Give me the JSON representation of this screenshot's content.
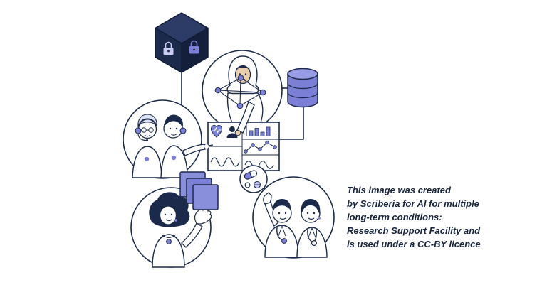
{
  "colors": {
    "navy": "#1b2a4a",
    "purple": "#7b80d6",
    "lavender": "#c9cbf2",
    "white": "#ffffff"
  },
  "illustration": {
    "icons": [
      "secure-data-cube-icon",
      "padlock-icon",
      "database-icon",
      "support-team-circle",
      "headset-icon",
      "glasses-icon",
      "researcher-network-circle",
      "network-wireframe",
      "health-dashboard-panel",
      "heart-icon",
      "patient-icon",
      "bar-chart-icon",
      "line-chart-icon",
      "wave-chart-icon",
      "medication-circle",
      "capsule-icon",
      "pill-icon",
      "data-stack-squares",
      "waving-person-circle",
      "clinicians-circle",
      "stethoscope-icon"
    ]
  },
  "attribution": {
    "line1": "This image was created",
    "line2_prefix": "by ",
    "link_text": "Scriberia",
    "line2_suffix": " for AI for multiple",
    "line3": "long-term conditions:",
    "line4": "Research Support Facility and",
    "line5": "is used under a CC-BY licence"
  }
}
